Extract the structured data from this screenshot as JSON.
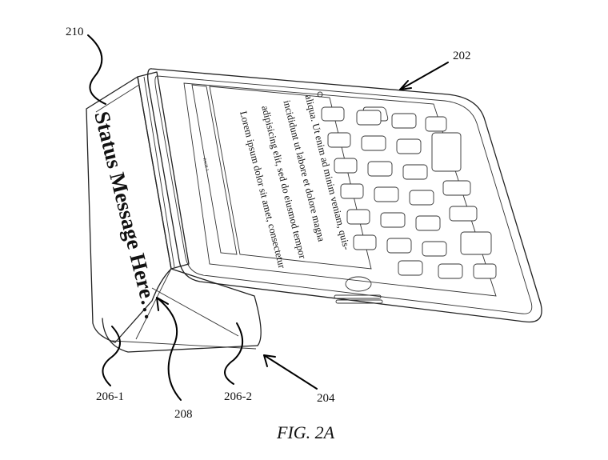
{
  "figure": {
    "caption": "FIG. 2A",
    "status_message": "Status Message Here…",
    "screen_text_lines": [
      "Lorem ipsum dolor sit amet, consectetur",
      "adipisicing elit, sed do eiusmod tempor",
      "incididunt ut labore et dolore magna",
      "aliqua. Ut enim ad minim veniam, quis-"
    ],
    "screen_sidebar_label": "PAGE 1",
    "reference_numerals": {
      "device": "202",
      "cover": "204",
      "segment_left": "206-1",
      "segment_right": "206-2",
      "fold": "208",
      "display_panel": "210"
    }
  }
}
